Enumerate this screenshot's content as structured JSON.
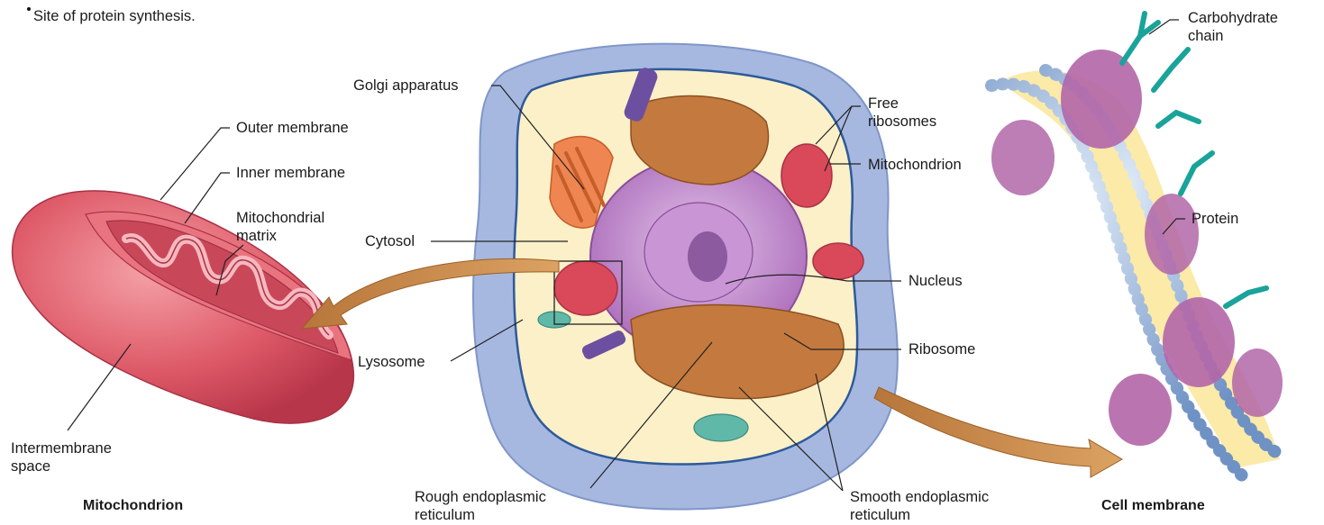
{
  "footnote": "Site of protein synthesis.",
  "captions": {
    "mitochondrion": "Mitochondrion",
    "cell_membrane": "Cell membrane"
  },
  "labels": {
    "outer_membrane": "Outer membrane",
    "inner_membrane": "Inner membrane",
    "mitochondrial_matrix": "Mitochondrial\nmatrix",
    "intermembrane_space": "Intermembrane\nspace",
    "golgi_apparatus": "Golgi apparatus",
    "cytosol": "Cytosol",
    "lysosome": "Lysosome",
    "rough_er": "Rough endoplasmic\nreticulum",
    "free_ribosomes": "Free\nribosomes",
    "mitochondrion": "Mitochondrion",
    "nucleus": "Nucleus",
    "ribosome": "Ribosome",
    "smooth_er": "Smooth endoplasmic\nreticulum",
    "carbohydrate_chain": "Carbohydrate\nchain",
    "protein": "Protein"
  },
  "colors": {
    "mito_red": "#d9495a",
    "golgi_orange": "#ef8550",
    "er_brown": "#c47a3e",
    "nucleus_purple": "#b27ac6",
    "cell_blue": "#9fb3de",
    "cytosol_yellow": "#fbf0c8",
    "membrane_bead": "#8fb0d8",
    "protein_purple": "#b266a8",
    "carb_teal": "#1aa39a",
    "arrow_tan": "#c98a4a"
  }
}
